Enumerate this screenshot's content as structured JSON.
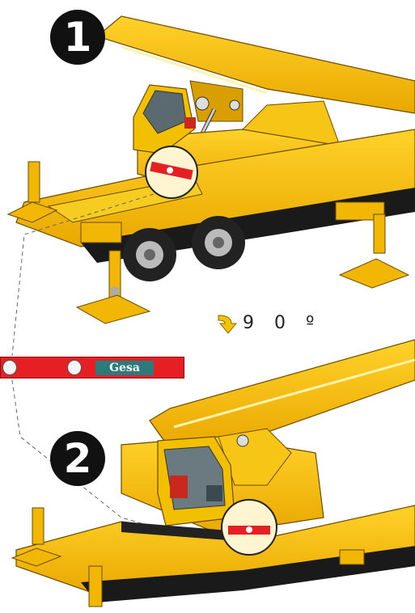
{
  "steps": {
    "one": "1",
    "two": "2"
  },
  "rotation_label": "9 0 º",
  "level_brand": "Gesa",
  "icons": {
    "rotation": "bent-arrow-icon"
  },
  "colors": {
    "crane_yellow": "#f2b705",
    "level_red": "#e51f24",
    "brand_teal": "#2b7b7c"
  }
}
